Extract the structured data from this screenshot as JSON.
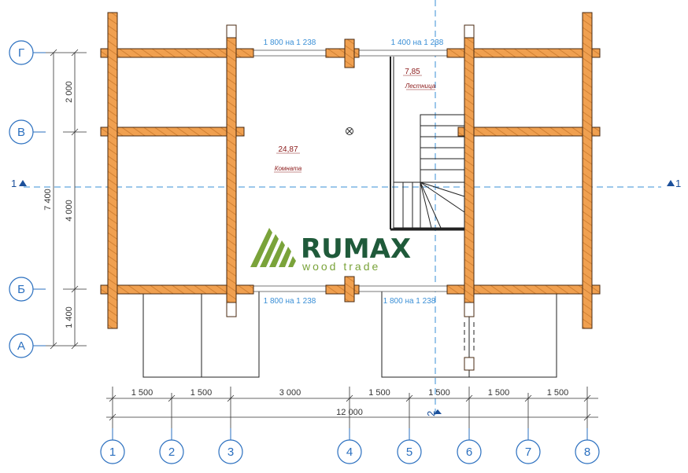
{
  "axes_letters": [
    "Г",
    "В",
    "Б",
    "А"
  ],
  "axes_numbers": [
    "1",
    "2",
    "3",
    "4",
    "5",
    "6",
    "7",
    "8"
  ],
  "dims_vertical": [
    "2 000",
    "4 000",
    "1 400"
  ],
  "dim_total_vertical": "7 400",
  "dims_horizontal": [
    "1 500",
    "1 500",
    "3 000",
    "1 500",
    "1 500",
    "1 500",
    "1 500"
  ],
  "dim_total_horizontal": "12 000",
  "windows": {
    "top_left": "1 800 на 1 238",
    "top_right": "1 400 на 1 238",
    "bottom_left": "1 800 на 1 238",
    "bottom_right": "1 800 на 1 238"
  },
  "rooms": {
    "main": {
      "area": "24,87",
      "name": "Комната"
    },
    "stair": {
      "area": "7,85",
      "name": "Лестница"
    }
  },
  "section_marks": {
    "left": "1",
    "right": "1",
    "bottom": "2"
  },
  "logo": {
    "main": "RUMAX",
    "sub": "wood trade"
  },
  "colors": {
    "wood": "#f0a050",
    "wood_grain": "#c8782c",
    "outline": "#4a2a10",
    "axis_blue": "#2a6fbf"
  }
}
